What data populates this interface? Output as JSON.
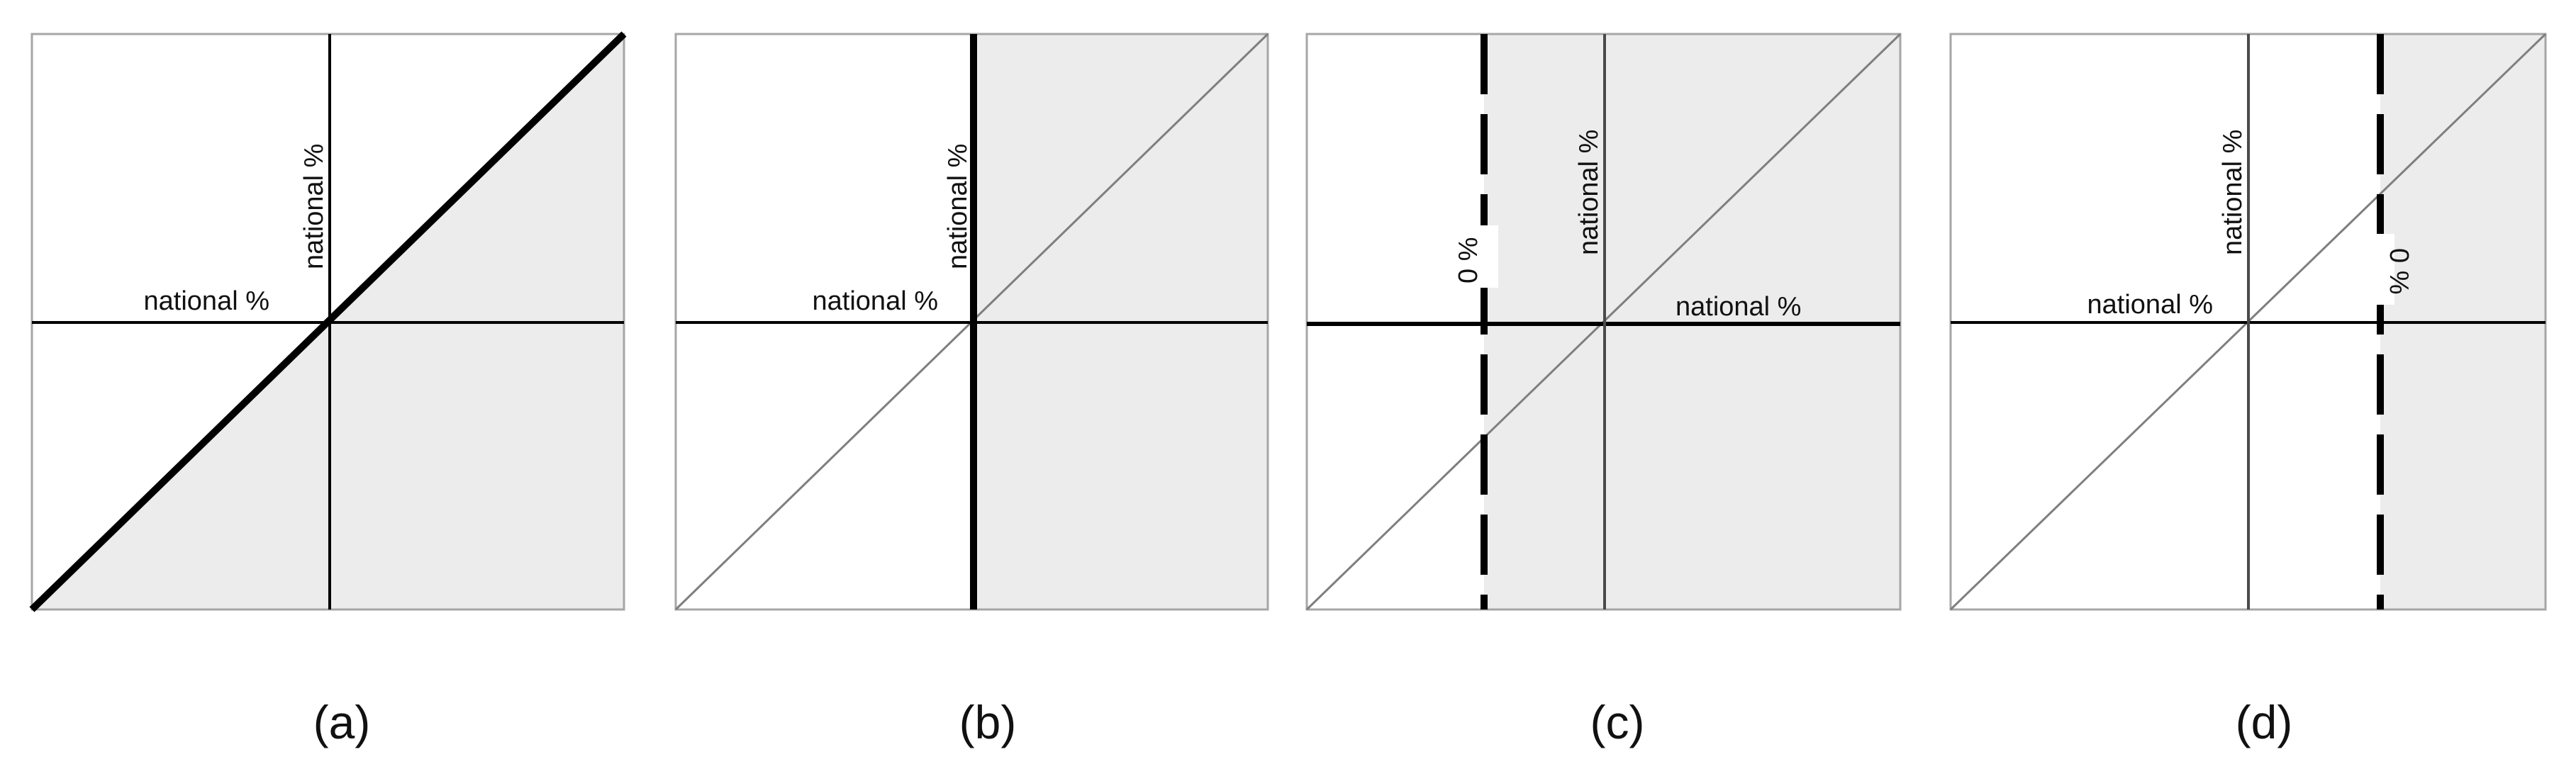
{
  "panels": [
    {
      "id": "a",
      "caption": "(a)",
      "vertical_axis_label": "national %",
      "horizontal_axis_label": "national %"
    },
    {
      "id": "b",
      "caption": "(b)",
      "vertical_axis_label": "national %",
      "horizontal_axis_label": "national %"
    },
    {
      "id": "c",
      "caption": "(c)",
      "vertical_axis_label": "national %",
      "horizontal_axis_label": "national %",
      "dashed_line_label": "0 %"
    },
    {
      "id": "d",
      "caption": "(d)",
      "vertical_axis_label": "national %",
      "horizontal_axis_label": "national %",
      "dashed_line_label": "0 %"
    }
  ],
  "colors": {
    "shade": "#ececec",
    "frame": "#a6a6a6",
    "line": "#000000",
    "thin_diagonal": "#7f7f7f"
  }
}
